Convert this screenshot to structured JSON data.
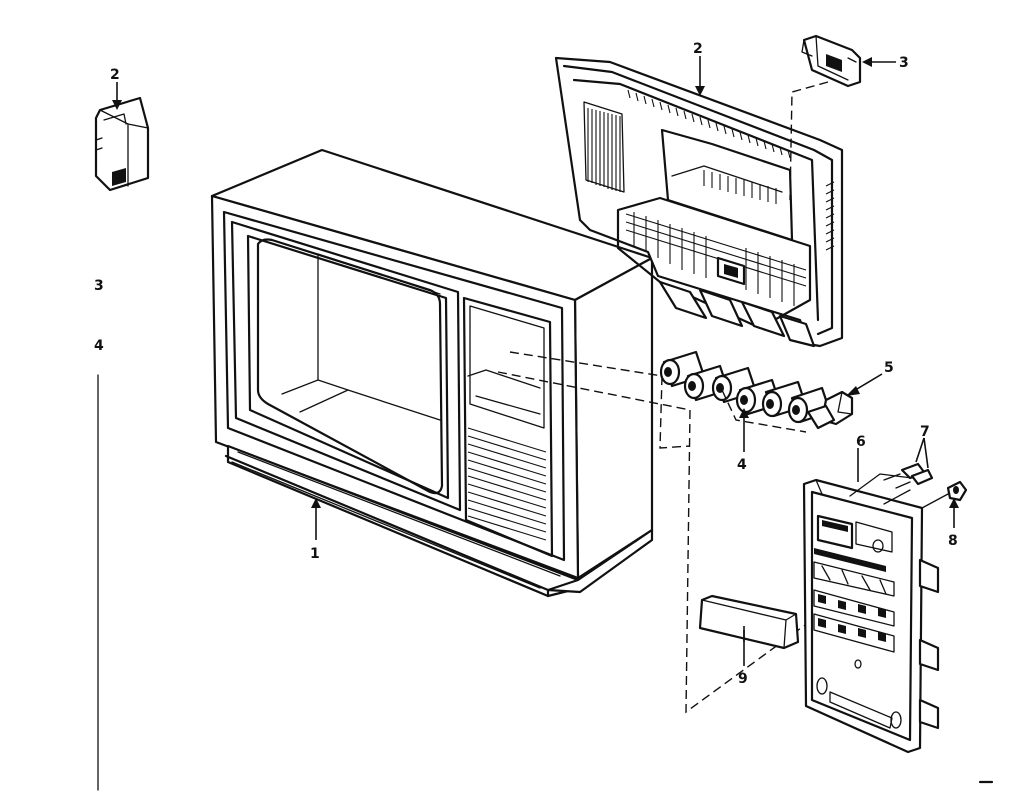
{
  "callouts": {
    "cabinet": "1",
    "back_cover": "2",
    "back_cover_detail": "2",
    "bracket": "3",
    "side_3": "3",
    "knobs": "4",
    "side_4": "4",
    "clip": "5",
    "control_panel": "6",
    "screws": "7",
    "bushing": "8",
    "cover_plate": "9"
  },
  "colors": {
    "ink": "#111111",
    "paper": "#ffffff"
  }
}
